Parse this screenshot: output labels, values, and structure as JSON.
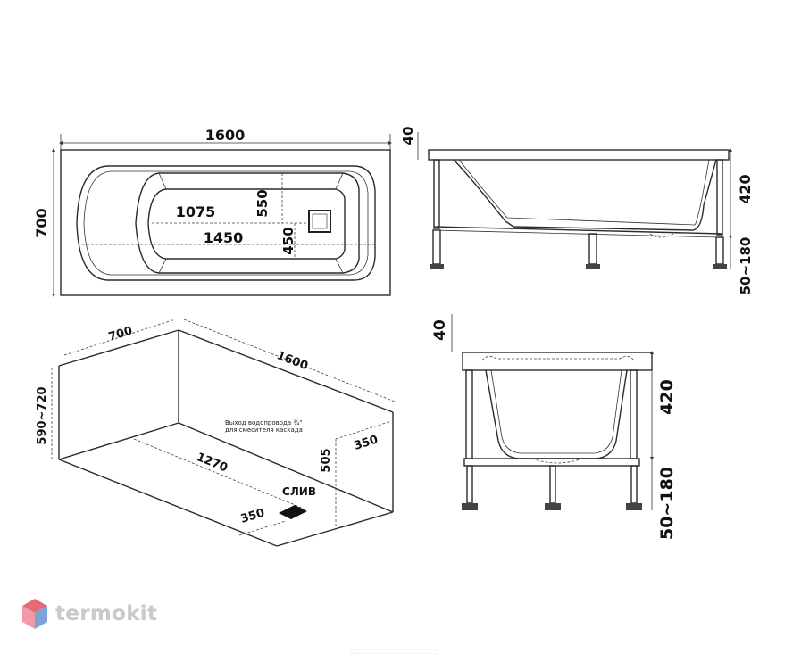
{
  "top_view": {
    "length": "1600",
    "width": "700",
    "inner_length": "1075",
    "bottom_length": "1450",
    "inner_width": "550",
    "bottom_width": "450"
  },
  "side_view": {
    "rim": "40",
    "height": "420",
    "legs": "50~180"
  },
  "iso_view": {
    "width": "700",
    "length": "1600",
    "wall_height": "590~720",
    "note_line1": "Выход водопровода ¾\"",
    "note_line2": "для смесителя каскада",
    "drain_height": "505",
    "drain_offset": "350",
    "floor_length": "1270",
    "drain_depth": "350",
    "drain_label": "СЛИВ"
  },
  "end_view": {
    "rim": "40",
    "height": "420",
    "legs": "50~180"
  },
  "brand": {
    "name": "termokit",
    "colors": [
      "#e66a7a",
      "#7ea3d8"
    ]
  }
}
